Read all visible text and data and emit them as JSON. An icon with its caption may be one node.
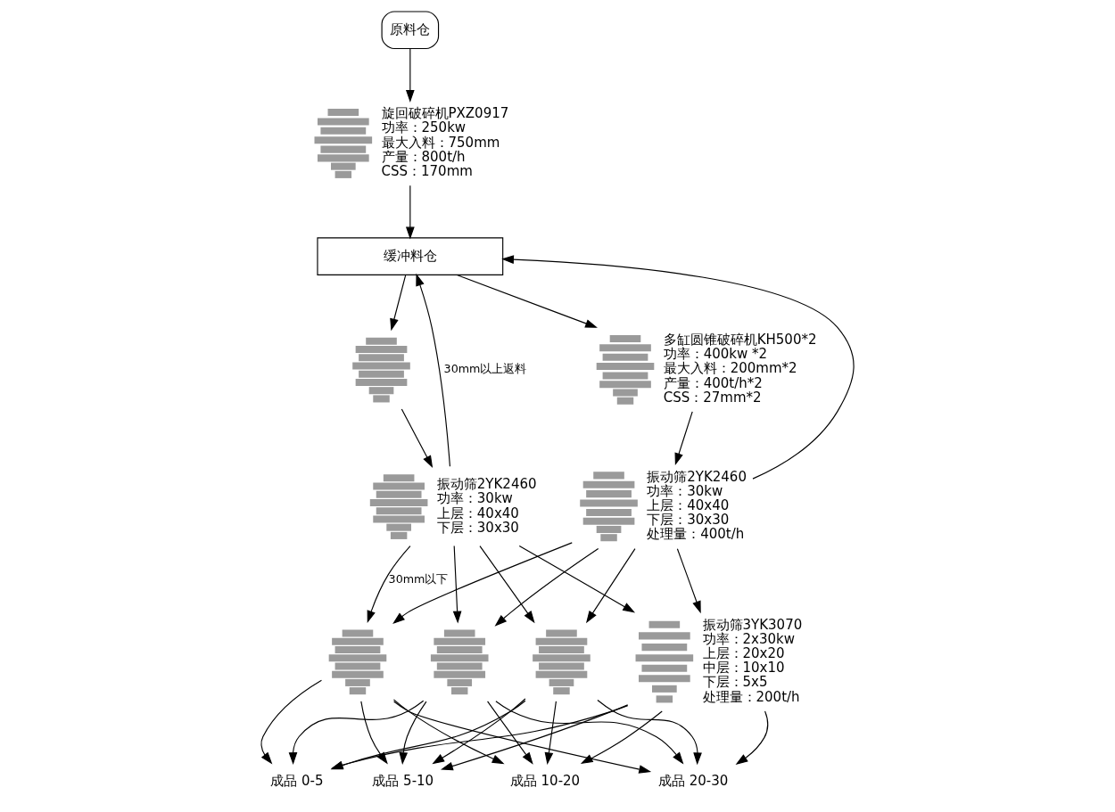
{
  "diagram": {
    "nodes": [
      {
        "text": [
          "原料仓"
        ]
      },
      {
        "text": [],
        "shape": "picture",
        "beside": [
          "旋回破碎机PXZ0917",
          "功率：250kw",
          "最大入料：750mm",
          "产量：800t/h",
          "CSS：170mm"
        ]
      },
      {
        "text": [
          "缓冲料仓"
        ]
      },
      {
        "text": [],
        "shape": "picture"
      },
      {
        "text": [],
        "shape": "picture",
        "beside": [
          "多缸圆锥破碎机KH500*2",
          "功率：400kw *2",
          "最大入料：200mm*2",
          "产量：400t/h*2",
          "CSS：27mm*2"
        ]
      },
      {
        "text": [],
        "shape": "picture",
        "beside": [
          "振动筛2YK2460",
          "功率：30kw",
          "上层：40x40",
          "下层：30x30"
        ]
      },
      {
        "text": [],
        "shape": "picture",
        "beside": [
          "振动筛2YK2460",
          "功率：30kw",
          "上层：40x40",
          "下层：30x30",
          "处理量：400t/h"
        ]
      },
      {
        "text": [],
        "shape": "picture"
      },
      {
        "text": [],
        "shape": "picture"
      },
      {
        "text": [],
        "shape": "picture"
      },
      {
        "text": [],
        "shape": "picture",
        "beside": [
          "振动筛3YK3070",
          "功率：2x30kw",
          "上层：20x20",
          "中层：10x10",
          "下层：5x5",
          "处理量：200t/h"
        ]
      },
      {
        "text": [
          "成品 0-5"
        ]
      },
      {
        "text": [
          "成品 5-10"
        ]
      },
      {
        "text": [
          "成品 10-20"
        ]
      },
      {
        "text": [
          "成品 20-30"
        ]
      }
    ],
    "edges": [
      {
        "from": 0,
        "to": 1,
        "arrow": "to"
      },
      {
        "from": 1,
        "to": 2,
        "arrow": "to"
      },
      {
        "from": 2,
        "to": 3,
        "arrow": "to"
      },
      {
        "from": 2,
        "to": 4,
        "arrow": "to"
      },
      {
        "from": 3,
        "to": 5,
        "arrow": "to"
      },
      {
        "from": 4,
        "to": 6,
        "arrow": "to"
      },
      {
        "from": 5,
        "to": 2,
        "arrow": "to",
        "label": "30mm以上返料"
      },
      {
        "from": 6,
        "to": 2,
        "arrow": "to"
      },
      {
        "from": 5,
        "to": 7,
        "arrow": "to",
        "label": "30mm以下"
      },
      {
        "from": 5,
        "to": 8,
        "arrow": "to"
      },
      {
        "from": 5,
        "to": 9,
        "arrow": "to"
      },
      {
        "from": 5,
        "to": 10,
        "arrow": "to"
      },
      {
        "from": 6,
        "to": 7,
        "arrow": "to"
      },
      {
        "from": 6,
        "to": 8,
        "arrow": "to"
      },
      {
        "from": 6,
        "to": 9,
        "arrow": "to"
      },
      {
        "from": 6,
        "to": 10,
        "arrow": "to"
      },
      {
        "from": 7,
        "to": 11,
        "arrow": "to"
      },
      {
        "from": 7,
        "to": 12,
        "arrow": "to"
      },
      {
        "from": 7,
        "to": 13,
        "arrow": "to"
      },
      {
        "from": 7,
        "to": 14,
        "arrow": "to"
      },
      {
        "from": 8,
        "to": 11,
        "arrow": "to"
      },
      {
        "from": 8,
        "to": 12,
        "arrow": "to"
      },
      {
        "from": 8,
        "to": 13,
        "arrow": "to"
      },
      {
        "from": 8,
        "to": 14,
        "arrow": "to"
      },
      {
        "from": 9,
        "to": 11,
        "arrow": "to"
      },
      {
        "from": 9,
        "to": 12,
        "arrow": "to"
      },
      {
        "from": 9,
        "to": 13,
        "arrow": "to"
      },
      {
        "from": 9,
        "to": 14,
        "arrow": "to"
      },
      {
        "from": 10,
        "to": 11,
        "arrow": "to"
      },
      {
        "from": 10,
        "to": 12,
        "arrow": "to"
      },
      {
        "from": 10,
        "to": 13,
        "arrow": "to"
      },
      {
        "from": 10,
        "to": 14,
        "arrow": "to"
      }
    ]
  }
}
